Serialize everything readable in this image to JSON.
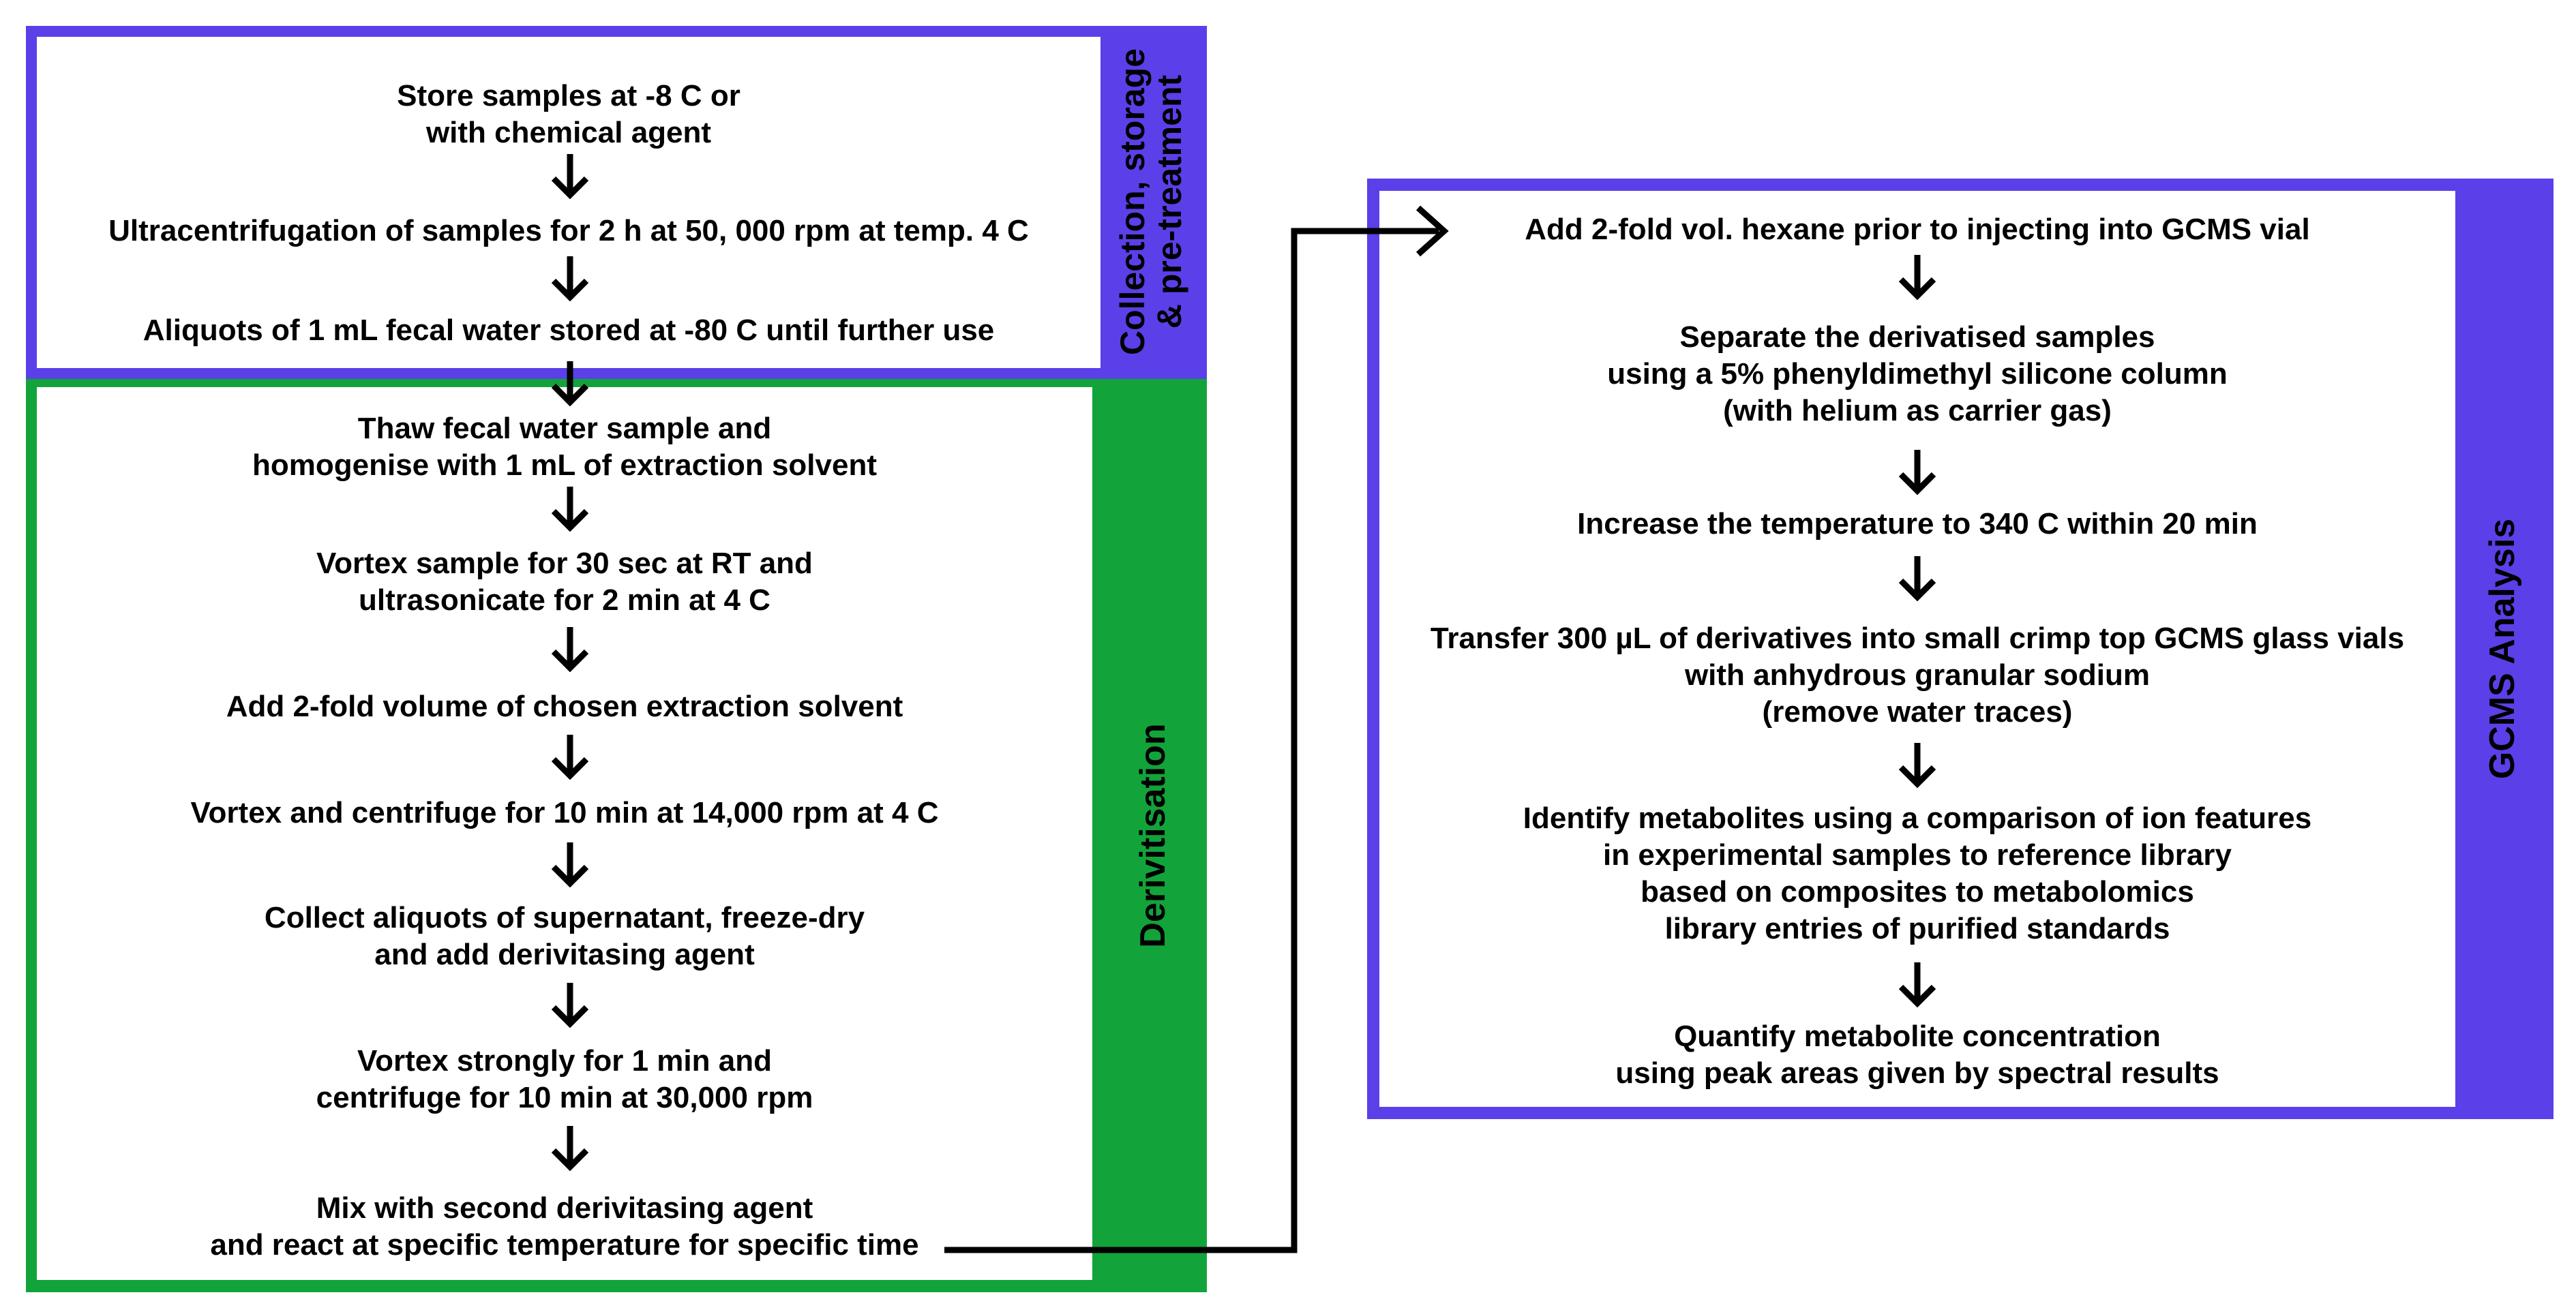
{
  "colors": {
    "collection": "#5b3fe8",
    "derivitisation": "#12a33a",
    "gcms": "#5b3fe8"
  },
  "collection": {
    "label": "Collection, storage & pre-treatment",
    "label_lines": [
      "Collection, storage",
      "& pre-treatment"
    ],
    "steps": [
      [
        "Store samples at -8 C or",
        "with chemical agent"
      ],
      [
        "Ultracentrifugation of samples for 2 h at 50, 000 rpm at temp. 4 C"
      ],
      [
        "Aliquots of 1 mL fecal water stored at -80 C until further use"
      ]
    ]
  },
  "derivitisation": {
    "label": "Derivitisation",
    "steps": [
      [
        "Thaw fecal water sample and",
        "homogenise with 1 mL of extraction solvent"
      ],
      [
        "Vortex sample for 30 sec at RT and",
        "ultrasonicate for 2 min at 4 C"
      ],
      [
        "Add 2-fold volume of chosen extraction solvent"
      ],
      [
        "Vortex  and centrifuge for 10 min at 14,000 rpm at 4 C"
      ],
      [
        "Collect aliquots of supernatant, freeze-dry",
        "and add derivitasing agent"
      ],
      [
        "Vortex strongly for 1 min and",
        "centrifuge for 10 min at 30,000 rpm"
      ],
      [
        "Mix with second derivitasing agent",
        "and react at specific temperature for specific time"
      ]
    ]
  },
  "gcms": {
    "label": "GCMS Analysis",
    "steps": [
      [
        "Add 2-fold vol. hexane prior to injecting into GCMS vial"
      ],
      [
        "Separate the derivatised samples",
        "using a 5% phenyldimethyl silicone column",
        "(with helium as carrier gas)"
      ],
      [
        "Increase the temperature to 340 C within 20 min"
      ],
      [
        "Transfer 300 µL of derivatives into small crimp top GCMS glass vials",
        "with anhydrous granular sodium",
        "(remove water traces)"
      ],
      [
        "Identify metabolites using a comparison of ion features",
        "in experimental samples to reference library",
        "based on composites to metabolomics",
        "library entries of purified standards"
      ],
      [
        "Quantify metabolite concentration",
        "using peak areas given by spectral results"
      ]
    ]
  }
}
